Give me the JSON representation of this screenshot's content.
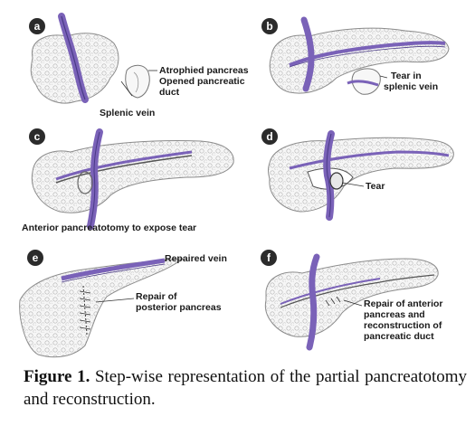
{
  "panels": [
    {
      "letter": "a",
      "labels": [
        "Atrophied pancreas",
        "Opened pancreatic",
        "duct",
        "Splenic vein"
      ]
    },
    {
      "letter": "b",
      "labels": [
        "Tear in",
        "splenic vein"
      ]
    },
    {
      "letter": "c",
      "labels": [
        "Anterior pancreatotomy to expose tear"
      ]
    },
    {
      "letter": "d",
      "labels": [
        "Tear"
      ]
    },
    {
      "letter": "e",
      "labels": [
        "Repaired vein",
        "Repair of",
        "posterior pancreas"
      ]
    },
    {
      "letter": "f",
      "labels": [
        "Repair of anterior",
        "pancreas and",
        "reconstruction of",
        "pancreatic duct"
      ]
    }
  ],
  "caption": {
    "figure_label": "Figure 1.",
    "text": " Step-wise representation of the partial pancreatotomy and reconstruction."
  },
  "colors": {
    "vein": "#7a62b8",
    "vein_dark": "#4a3a86",
    "tissue_outline": "#8c8c8c",
    "tissue_fill": "#f1f1f1"
  }
}
